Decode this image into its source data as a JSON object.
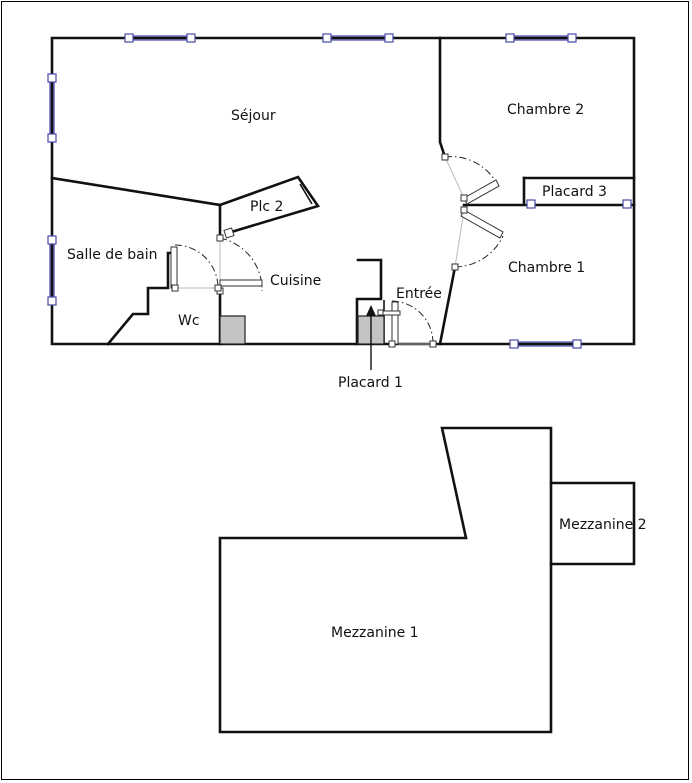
{
  "rooms": {
    "sejour": "Séjour",
    "chambre2": "Chambre 2",
    "placard3": "Placard 3",
    "plc2": "Plc 2",
    "salle_de_bain": "Salle de bain",
    "cuisine": "Cuisine",
    "chambre1": "Chambre 1",
    "entree": "Entrée",
    "wc": "Wc",
    "placard1": "Placard 1",
    "mezzanine1": "Mezzanine 1",
    "mezzanine2": "Mezzanine 2"
  },
  "colors": {
    "wall": "#111111",
    "window": "#4a4aa8",
    "fixture": "#c4c4c4"
  }
}
